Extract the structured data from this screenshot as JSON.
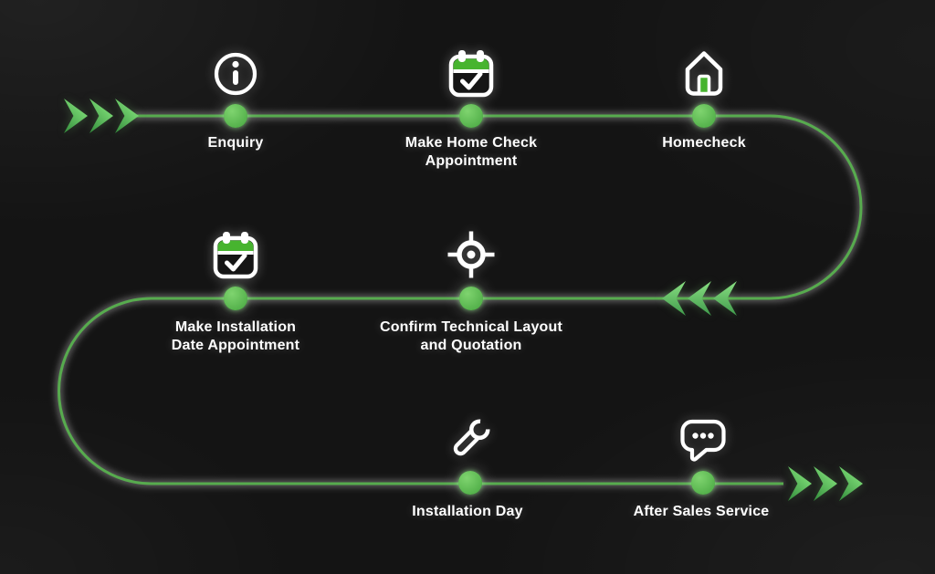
{
  "diagram": {
    "type": "process-flow-snake-timeline",
    "background_color": "#141414",
    "colors": {
      "line": "#57ab4e",
      "dot": "#5ec257",
      "arrow_gradient_dark": "#37913f",
      "arrow_gradient_light": "#8cec82",
      "icon_accent_green": "#47b42f",
      "icon_stroke": "#ffffff",
      "label_text": "#ffffff"
    },
    "steps": [
      {
        "label": "Enquiry",
        "icon": "info-icon"
      },
      {
        "label": "Make Home Check\nAppointment",
        "icon": "calendar-check-icon"
      },
      {
        "label": "Homecheck",
        "icon": "home-icon"
      },
      {
        "label": "Make Installation\nDate Appointment",
        "icon": "calendar-check-icon"
      },
      {
        "label": "Confirm Technical Layout\nand Quotation",
        "icon": "crosshair-target-icon"
      },
      {
        "label": "Installation Day",
        "icon": "wrench-icon"
      },
      {
        "label": "After Sales Service",
        "icon": "chat-bubble-icon"
      }
    ],
    "flow": "entry arrows left → row1 left-to-right → curve down right → row2 right-to-left → curve down left → row3 left-to-right → exit arrows right"
  }
}
